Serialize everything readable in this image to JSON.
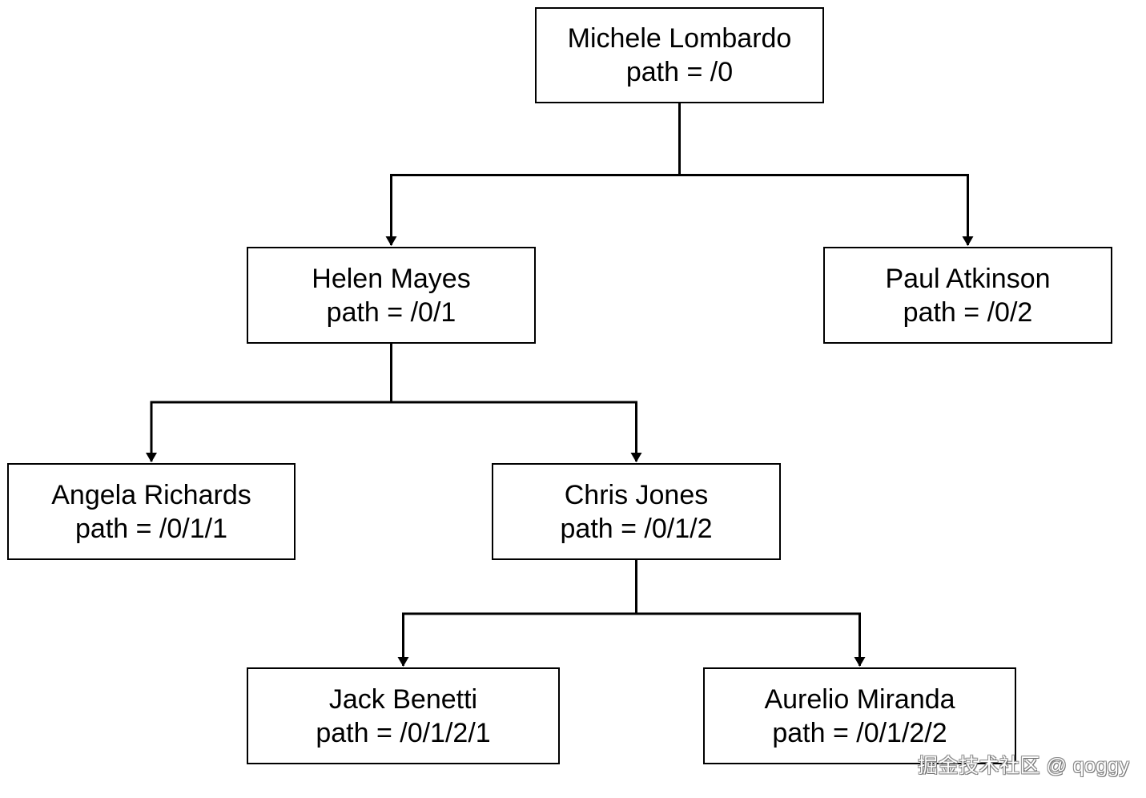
{
  "nodes": [
    {
      "id": "n0",
      "name": "Michele Lombardo",
      "path": "path = /0"
    },
    {
      "id": "n1",
      "name": "Helen Mayes",
      "path": "path = /0/1"
    },
    {
      "id": "n2",
      "name": "Paul Atkinson",
      "path": "path = /0/2"
    },
    {
      "id": "n3",
      "name": "Angela Richards",
      "path": "path = /0/1/1"
    },
    {
      "id": "n4",
      "name": "Chris Jones",
      "path": "path = /0/1/2"
    },
    {
      "id": "n5",
      "name": "Jack Benetti",
      "path": "path = /0/1/2/1"
    },
    {
      "id": "n6",
      "name": "Aurelio Miranda",
      "path": "path = /0/1/2/2"
    }
  ],
  "edges": [
    {
      "from": "n0",
      "to": "n1"
    },
    {
      "from": "n0",
      "to": "n2"
    },
    {
      "from": "n1",
      "to": "n3"
    },
    {
      "from": "n1",
      "to": "n4"
    },
    {
      "from": "n4",
      "to": "n5"
    },
    {
      "from": "n4",
      "to": "n6"
    }
  ],
  "watermark": "掘金技术社区 @ qoggy"
}
